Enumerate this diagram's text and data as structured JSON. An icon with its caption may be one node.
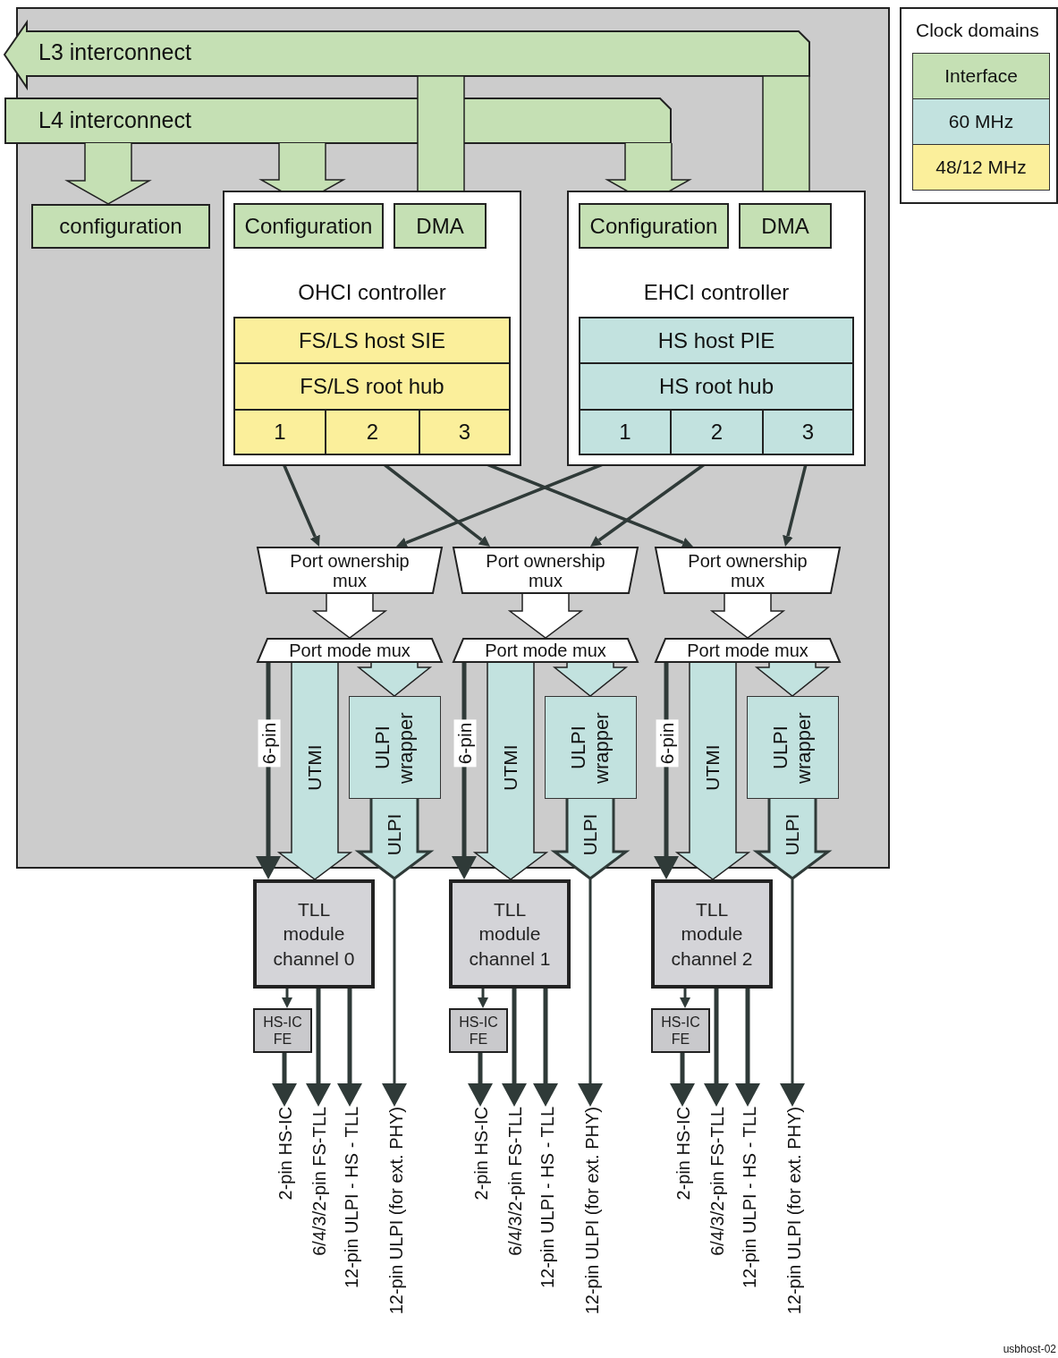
{
  "diagram": {
    "nodes": [
      {
        "text": [
          "L3 interconnect"
        ]
      },
      {
        "text": [
          "L4 interconnect"
        ]
      },
      {
        "text": [
          "configuration"
        ]
      },
      {
        "text": [
          "OHCI controller"
        ]
      },
      {
        "text": [
          "Configuration"
        ],
        "in": 3
      },
      {
        "text": [
          "DMA"
        ],
        "in": 3
      },
      {
        "text": [
          "FS/LS host SIE"
        ],
        "in": 3
      },
      {
        "text": [
          "FS/LS root hub"
        ],
        "in": 3
      },
      {
        "text": [
          "1"
        ],
        "in": 3
      },
      {
        "text": [
          "2"
        ],
        "in": 3
      },
      {
        "text": [
          "3"
        ],
        "in": 3
      },
      {
        "text": [
          "EHCI controller"
        ]
      },
      {
        "text": [
          "Configuration"
        ],
        "in": 11
      },
      {
        "text": [
          "DMA"
        ],
        "in": 11
      },
      {
        "text": [
          "HS host PIE"
        ],
        "in": 11
      },
      {
        "text": [
          "HS root hub"
        ],
        "in": 11
      },
      {
        "text": [
          "1"
        ],
        "in": 11
      },
      {
        "text": [
          "2"
        ],
        "in": 11
      },
      {
        "text": [
          "3"
        ],
        "in": 11
      },
      {
        "text": [
          "Port ownership mux"
        ]
      },
      {
        "text": [
          "Port ownership mux"
        ]
      },
      {
        "text": [
          "Port ownership mux"
        ]
      },
      {
        "text": [
          "Port mode mux"
        ]
      },
      {
        "text": [
          "Port mode mux"
        ]
      },
      {
        "text": [
          "Port mode mux"
        ]
      },
      {
        "text": [
          "ULPI wrapper"
        ]
      },
      {
        "text": [
          "ULPI wrapper"
        ]
      },
      {
        "text": [
          "ULPI wrapper"
        ]
      },
      {
        "text": [
          "TLL module channel 0"
        ]
      },
      {
        "text": [
          "TLL module channel 1"
        ]
      },
      {
        "text": [
          "TLL module channel 2"
        ]
      },
      {
        "text": [
          "HS-IC FE"
        ]
      },
      {
        "text": [
          "HS-IC FE"
        ]
      },
      {
        "text": [
          "HS-IC FE"
        ]
      },
      {
        "text": [
          "2-pin HS-IC"
        ]
      },
      {
        "text": [
          "6/4/3/2-pin FS-TLL"
        ]
      },
      {
        "text": [
          "12-pin ULPI - HS - TLL"
        ]
      },
      {
        "text": [
          "12-pin ULPI (for ext. PHY)"
        ]
      },
      {
        "text": [
          "2-pin HS-IC"
        ]
      },
      {
        "text": [
          "6/4/3/2-pin FS-TLL"
        ]
      },
      {
        "text": [
          "12-pin ULPI - HS - TLL"
        ]
      },
      {
        "text": [
          "12-pin ULPI (for ext. PHY)"
        ]
      },
      {
        "text": [
          "2-pin HS-IC"
        ]
      },
      {
        "text": [
          "6/4/3/2-pin FS-TLL"
        ]
      },
      {
        "text": [
          "12-pin ULPI - HS - TLL"
        ]
      },
      {
        "text": [
          "12-pin ULPI (for ext. PHY)"
        ]
      }
    ],
    "edges": [
      {
        "from": 5,
        "to": 0,
        "arrow": "none",
        "style": "thick",
        "color": "#c5e0b4"
      },
      {
        "from": 13,
        "to": 0,
        "arrow": "none",
        "style": "thick",
        "color": "#c5e0b4"
      },
      {
        "from": 1,
        "to": 2,
        "arrow": "to",
        "style": "thick",
        "color": "#c5e0b4"
      },
      {
        "from": 1,
        "to": 4,
        "arrow": "to",
        "style": "thick",
        "color": "#c5e0b4"
      },
      {
        "from": 1,
        "to": 12,
        "arrow": "to",
        "style": "thick",
        "color": "#c5e0b4"
      },
      {
        "from": 8,
        "to": 19,
        "arrow": "to"
      },
      {
        "from": 16,
        "to": 19,
        "arrow": "to"
      },
      {
        "from": 9,
        "to": 20,
        "arrow": "to"
      },
      {
        "from": 17,
        "to": 20,
        "arrow": "to"
      },
      {
        "from": 10,
        "to": 21,
        "arrow": "to"
      },
      {
        "from": 18,
        "to": 21,
        "arrow": "to"
      },
      {
        "from": 19,
        "to": 22,
        "arrow": "to",
        "style": "thick",
        "color": "#ffffff"
      },
      {
        "from": 20,
        "to": 23,
        "arrow": "to",
        "style": "thick",
        "color": "#ffffff"
      },
      {
        "from": 21,
        "to": 24,
        "arrow": "to",
        "style": "thick",
        "color": "#ffffff"
      },
      {
        "from": 22,
        "to": 28,
        "arrow": "to",
        "label": "6-pin"
      },
      {
        "from": 22,
        "to": 28,
        "arrow": "to",
        "label": "UTMI",
        "style": "thick",
        "color": "#c2e2df"
      },
      {
        "from": 22,
        "to": 25,
        "arrow": "to",
        "style": "thick",
        "color": "#c2e2df"
      },
      {
        "from": 25,
        "to": 37,
        "arrow": "to",
        "label": "ULPI"
      },
      {
        "from": 28,
        "to": 31,
        "arrow": "to"
      },
      {
        "from": 31,
        "to": 34,
        "arrow": "to"
      },
      {
        "from": 28,
        "to": 35,
        "arrow": "to"
      },
      {
        "from": 28,
        "to": 36,
        "arrow": "to"
      },
      {
        "from": 23,
        "to": 29,
        "arrow": "to",
        "label": "6-pin"
      },
      {
        "from": 23,
        "to": 29,
        "arrow": "to",
        "label": "UTMI",
        "style": "thick",
        "color": "#c2e2df"
      },
      {
        "from": 23,
        "to": 26,
        "arrow": "to",
        "style": "thick",
        "color": "#c2e2df"
      },
      {
        "from": 26,
        "to": 41,
        "arrow": "to",
        "label": "ULPI"
      },
      {
        "from": 29,
        "to": 32,
        "arrow": "to"
      },
      {
        "from": 32,
        "to": 38,
        "arrow": "to"
      },
      {
        "from": 29,
        "to": 39,
        "arrow": "to"
      },
      {
        "from": 29,
        "to": 40,
        "arrow": "to"
      },
      {
        "from": 24,
        "to": 30,
        "arrow": "to",
        "label": "6-pin"
      },
      {
        "from": 24,
        "to": 30,
        "arrow": "to",
        "label": "UTMI",
        "style": "thick",
        "color": "#c2e2df"
      },
      {
        "from": 24,
        "to": 27,
        "arrow": "to",
        "style": "thick",
        "color": "#c2e2df"
      },
      {
        "from": 27,
        "to": 45,
        "arrow": "to",
        "label": "ULPI"
      },
      {
        "from": 30,
        "to": 33,
        "arrow": "to"
      },
      {
        "from": 33,
        "to": 42,
        "arrow": "to"
      },
      {
        "from": 30,
        "to": 43,
        "arrow": "to"
      },
      {
        "from": 30,
        "to": 44,
        "arrow": "to"
      }
    ],
    "labels": [
      "Clock domains",
      "usbhost-02"
    ],
    "legend": [
      {
        "text": "Interface",
        "color": "#c5e0b4"
      },
      {
        "text": "60 MHz",
        "color": "#c2e2df"
      },
      {
        "text": "48/12 MHz",
        "color": "#fbef9b"
      }
    ]
  }
}
